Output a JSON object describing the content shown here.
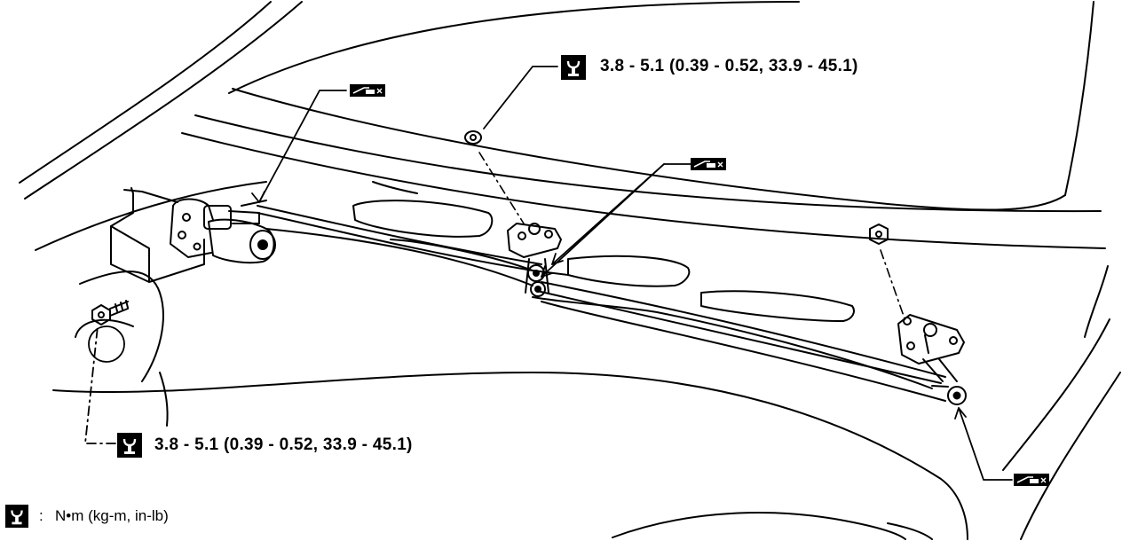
{
  "torque_spec_top": "3.8 - 5.1 (0.39 - 0.52, 33.9 - 45.1)",
  "torque_spec_bottom": "3.8 - 5.1 (0.39 - 0.52, 33.9 - 45.1)",
  "legend": {
    "separator": ":",
    "units": "N•m (kg-m, in-lb)"
  },
  "icons": {
    "torque": "torque-wrench-icon",
    "lubricate": "grease-applicator-icon"
  }
}
